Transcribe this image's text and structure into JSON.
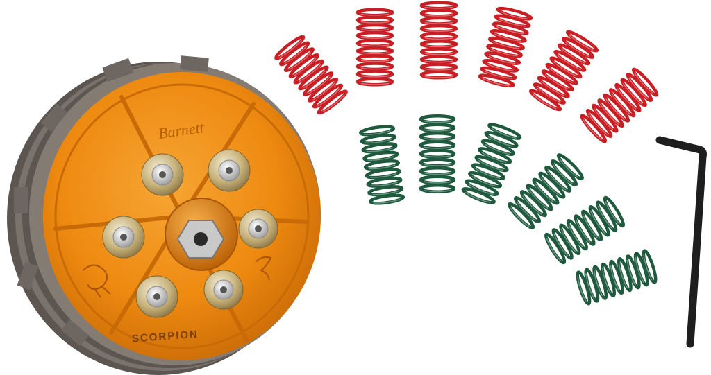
{
  "product": {
    "brand_mark": "Barnett",
    "model_mark": "SCORPION"
  },
  "colors": {
    "background": "#ffffff",
    "pressure_plate": "#ee8a10",
    "pressure_plate_shade": "#b85e05",
    "pressure_plate_light": "#f8b04a",
    "friction_plates": "#6e6660",
    "red_spring": "#c81e24",
    "green_spring": "#1f5a3e",
    "hex_key": "#1e1e1e",
    "bolt": "#d8d8d8",
    "retainer": "#c8b27a"
  },
  "parts": {
    "red_springs": 6,
    "green_springs": 6,
    "spring_bolts": 6,
    "hex_key": 1
  }
}
